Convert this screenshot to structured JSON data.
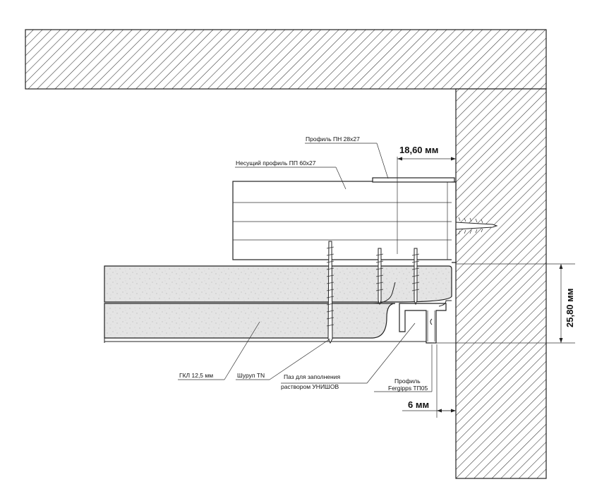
{
  "labels": {
    "profile_pn": "Профиль ПН 28х27",
    "profile_pp": "Несущий профиль ПП 60х27",
    "gkl": "ГКЛ 12,5 мм",
    "screw": "Шуруп TN",
    "groove_line1": "Паз для заполнения",
    "groove_line2": "раствором УНИШОВ",
    "fergipps_line1": "Профиль",
    "fergipps_line2": "Fergipps ТП05"
  },
  "dimensions": {
    "top_gap": "18,60 мм",
    "vertical": "25,80 мм",
    "bottom_gap": "6 мм"
  },
  "colors": {
    "line": "#222222",
    "hatch": "#333333",
    "board_fill": "#e6e6e6",
    "background": "#ffffff"
  }
}
